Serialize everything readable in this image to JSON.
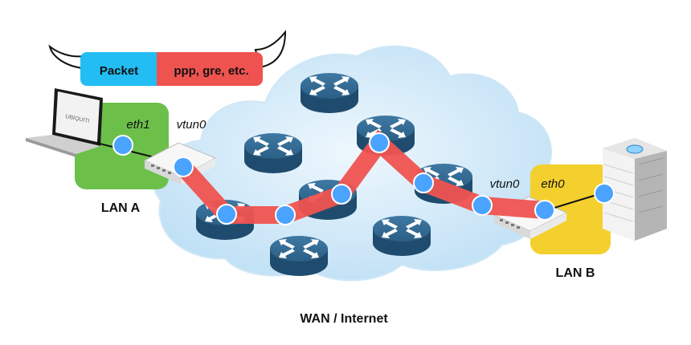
{
  "packet": {
    "payload_label": "Packet",
    "encap_label": "ppp, gre, etc.",
    "payload_color": "#22bdf2",
    "encap_color": "#ef5350"
  },
  "left_site": {
    "label": "LAN A",
    "color": "#6cc04a",
    "laptop_brand": "UBIQUITI",
    "host_iface": "eth1",
    "tunnel_iface": "vtun0"
  },
  "right_site": {
    "label": "LAN B",
    "color": "#f4d02f",
    "tunnel_iface": "vtun0",
    "lan_iface": "eth0"
  },
  "cloud": {
    "label": "WAN / Internet",
    "color": "#d6ecf9"
  },
  "tunnel": {
    "color": "#ef5350"
  },
  "interface_dot_color": "#4aa3ff"
}
